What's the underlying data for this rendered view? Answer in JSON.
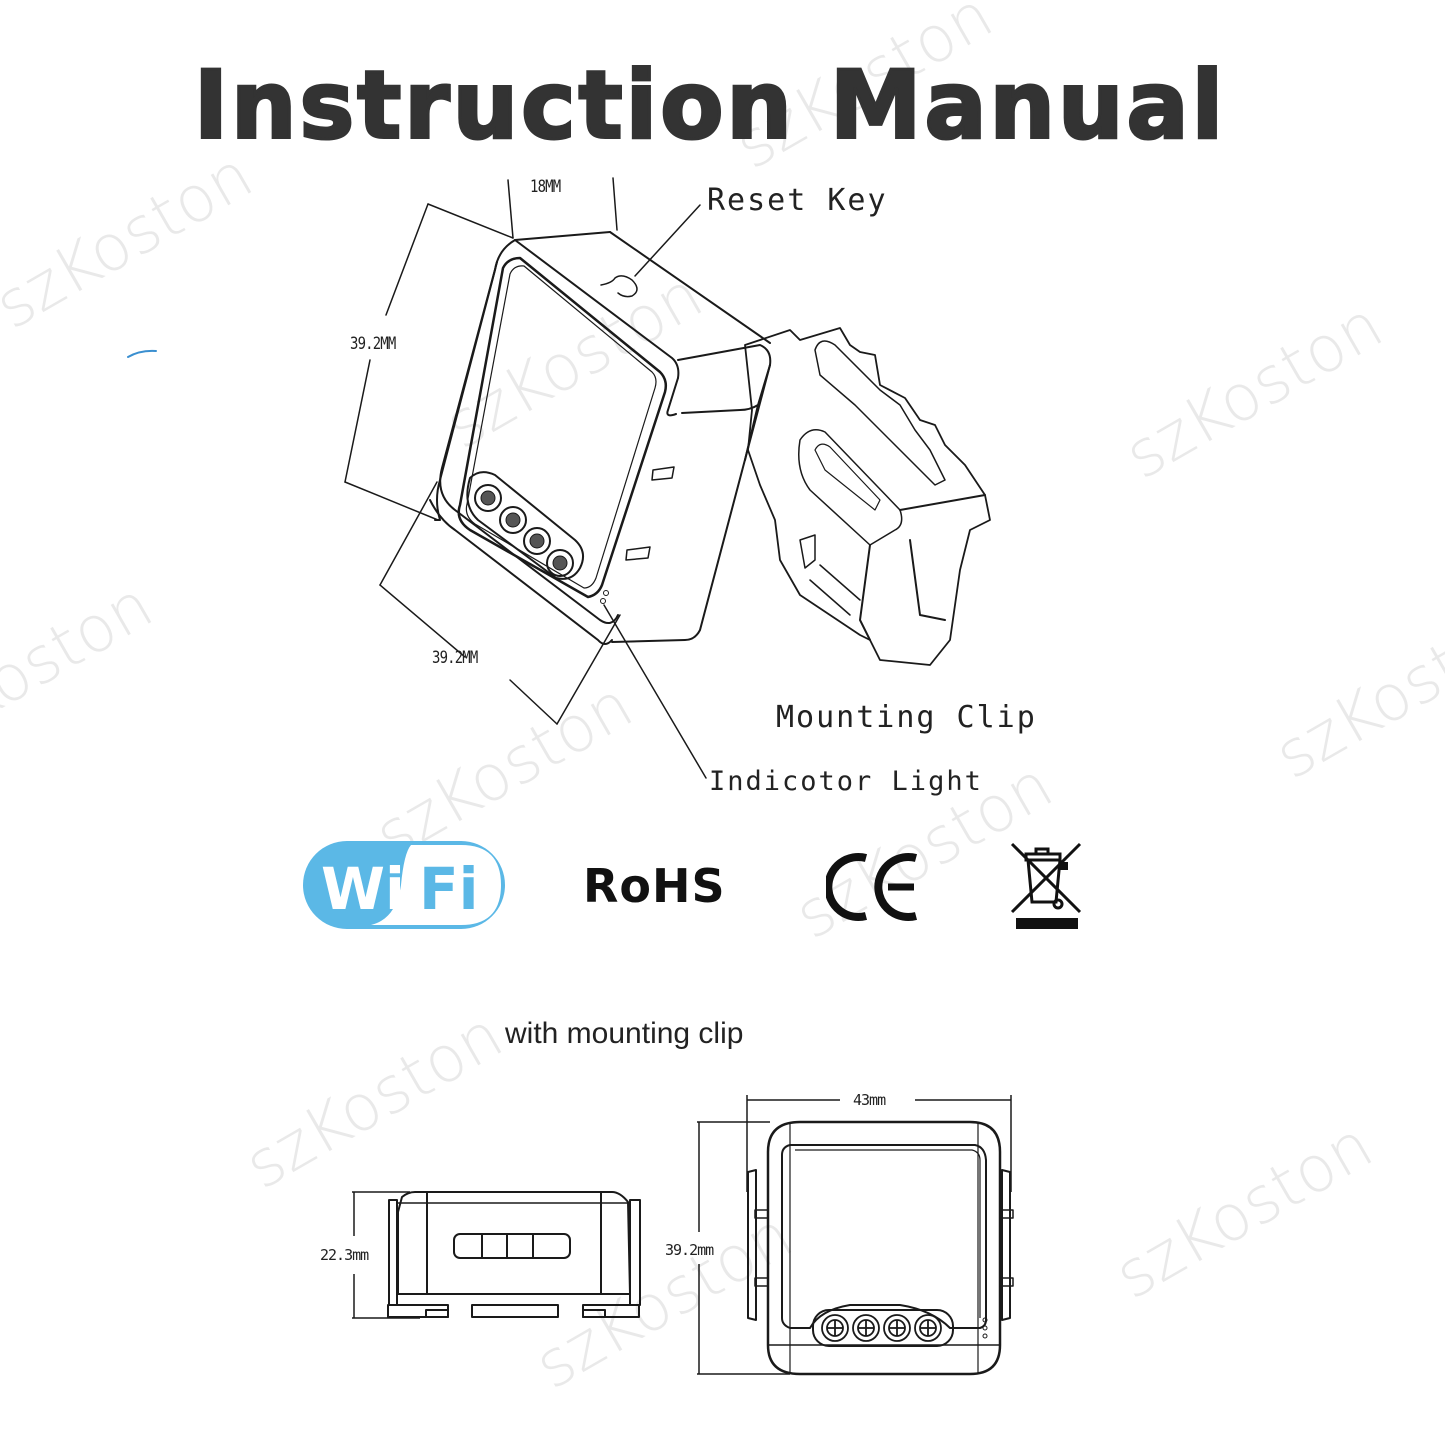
{
  "title": "Instruction Manual",
  "diagram_top": {
    "labels": {
      "width_top": "18MM",
      "height_left": "39.2MM",
      "width_bottom": "39.2MM",
      "reset_key": "Reset Key",
      "mounting_clip": "Mounting Clip",
      "indicator_light": "Indicotor Light"
    }
  },
  "certifications": {
    "wifi": {
      "left": "Wi",
      "right": "Fi",
      "color": "#5bb8e6"
    },
    "rohs": "RoHS",
    "ce": "CE",
    "weee_icon": "crossed-out-wheelie-bin"
  },
  "diagram_bottom": {
    "caption": "with mounting clip",
    "side_view": {
      "height_label": "22.3mm"
    },
    "front_view": {
      "width_label": "43mm",
      "height_label": "39.2mm"
    }
  },
  "watermark": "szKoston"
}
